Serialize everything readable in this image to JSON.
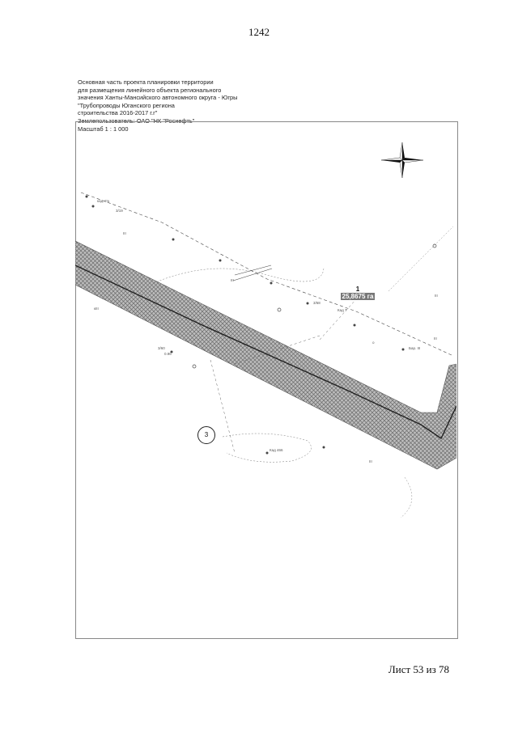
{
  "page": {
    "number": "1242",
    "sheet": "Лист 53 из 78"
  },
  "header": {
    "lines": [
      "Основная часть проекта планировки территории",
      "для размещения линейного объекта регионального",
      "значения Ханты-Мансийского автономного округа - Югры",
      "\"Трубопроводы Юганского региона",
      "строительства 2016-2017 г.г\"",
      "Землепользователь: ОАО \"НК \"Роснефть\"",
      "Масштаб 1 : 1 000"
    ]
  },
  "map": {
    "area_number": "1",
    "area_value": "25,8675 га",
    "circle_marker": "3",
    "compass_icon": "north-arrow-icon",
    "line_color": "#222222",
    "hatch_color": "#8a8a8a"
  }
}
